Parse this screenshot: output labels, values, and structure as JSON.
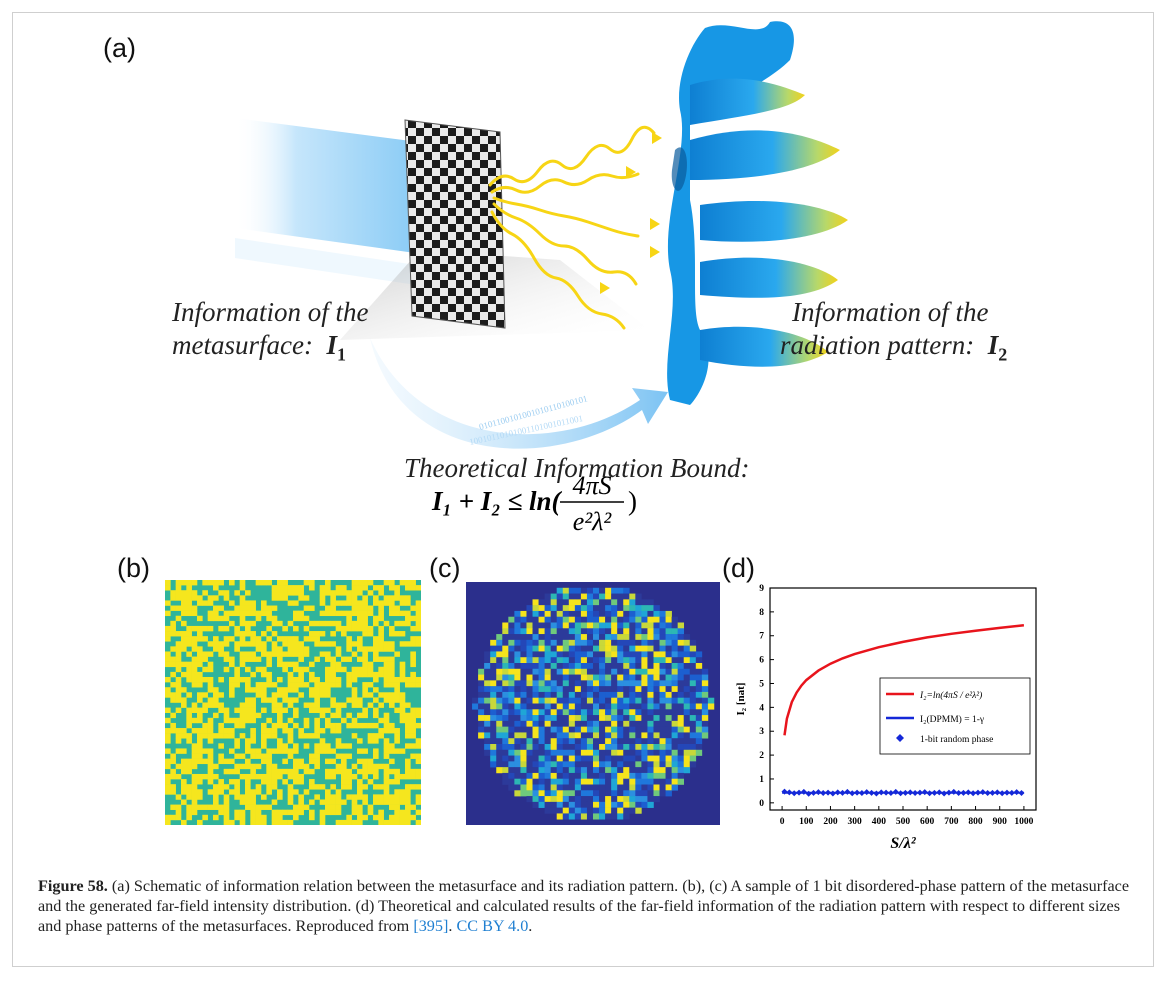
{
  "panels": {
    "a": {
      "label": "(a)",
      "metasurface_info": [
        "Information of the",
        "metasurface:"
      ],
      "metasurface_symbol": "I",
      "metasurface_sub": "1",
      "radiation_info": [
        "Information of the",
        "radiation pattern:"
      ],
      "radiation_symbol": "I",
      "radiation_sub": "2",
      "bound_title": "Theoretical Information Bound:",
      "bound_lhs": "I₁ + I₂ ≤ ln(",
      "bound_num": "4πS",
      "bound_den": "e²λ²",
      "bound_rhs": ")"
    },
    "b": {
      "label": "(b)"
    },
    "c": {
      "label": "(c)"
    },
    "d": {
      "label": "(d)"
    }
  },
  "chart_data": {
    "type": "line",
    "xlabel": "S/λ²",
    "ylabel": "I₂ [nat]",
    "xlim": [
      -50,
      1050
    ],
    "ylim": [
      -0.3,
      9
    ],
    "xticks": [
      0,
      100,
      200,
      300,
      400,
      500,
      600,
      700,
      800,
      900,
      1000
    ],
    "yticks": [
      0,
      1,
      2,
      3,
      4,
      5,
      6,
      7,
      8,
      9
    ],
    "legend_position": "center-right",
    "series": [
      {
        "name": "I₂=ln(4πS / e²λ²)",
        "color": "#e8141c",
        "x": [
          10,
          20,
          40,
          60,
          80,
          100,
          150,
          200,
          250,
          300,
          400,
          500,
          600,
          700,
          800,
          900,
          1000
        ],
        "y": [
          2.83,
          3.53,
          4.22,
          4.62,
          4.91,
          5.14,
          5.54,
          5.83,
          6.05,
          6.23,
          6.52,
          6.74,
          6.93,
          7.08,
          7.21,
          7.33,
          7.44
        ]
      },
      {
        "name": "I₂(DPMM) = 1-γ",
        "color": "#1428d8",
        "x": [
          0,
          1000
        ],
        "y": [
          0.42,
          0.42
        ]
      },
      {
        "name": "1-bit random phase",
        "color": "#1428d8",
        "marker": "diamond",
        "x": [
          10,
          30,
          50,
          70,
          90,
          110,
          130,
          150,
          170,
          190,
          210,
          230,
          250,
          270,
          290,
          310,
          330,
          350,
          370,
          390,
          410,
          430,
          450,
          470,
          490,
          510,
          530,
          550,
          570,
          590,
          610,
          630,
          650,
          670,
          690,
          710,
          730,
          750,
          770,
          790,
          810,
          830,
          850,
          870,
          890,
          910,
          930,
          950,
          970,
          990
        ],
        "y": [
          0.47,
          0.44,
          0.4,
          0.43,
          0.46,
          0.38,
          0.42,
          0.45,
          0.41,
          0.43,
          0.39,
          0.44,
          0.42,
          0.46,
          0.4,
          0.43,
          0.41,
          0.45,
          0.42,
          0.39,
          0.44,
          0.43,
          0.41,
          0.46,
          0.4,
          0.42,
          0.44,
          0.41,
          0.43,
          0.45,
          0.4,
          0.42,
          0.44,
          0.39,
          0.43,
          0.46,
          0.41,
          0.42,
          0.44,
          0.4,
          0.43,
          0.45,
          0.41,
          0.42,
          0.44,
          0.4,
          0.43,
          0.42,
          0.45,
          0.41
        ]
      }
    ]
  },
  "caption": {
    "figure": "Figure 58.",
    "text": " (a) Schematic of information relation between the metasurface and its radiation pattern. (b), (c) A sample of 1 bit disordered-phase pattern of the metasurface and the generated far-field intensity distribution. (d) Theoretical and calculated results of the far-field information of the radiation pattern with respect to different sizes and phase patterns of the metasurfaces. Reproduced from ",
    "ref": "[395]",
    "sep": ". ",
    "license": "CC BY 4.0",
    "end": "."
  },
  "colors": {
    "yellow": "#f5e61e",
    "teal": "#2fb49b",
    "navy": "#2b2f8c",
    "wave": "#ffd21a",
    "surface_blue": "#1b9ee8"
  }
}
